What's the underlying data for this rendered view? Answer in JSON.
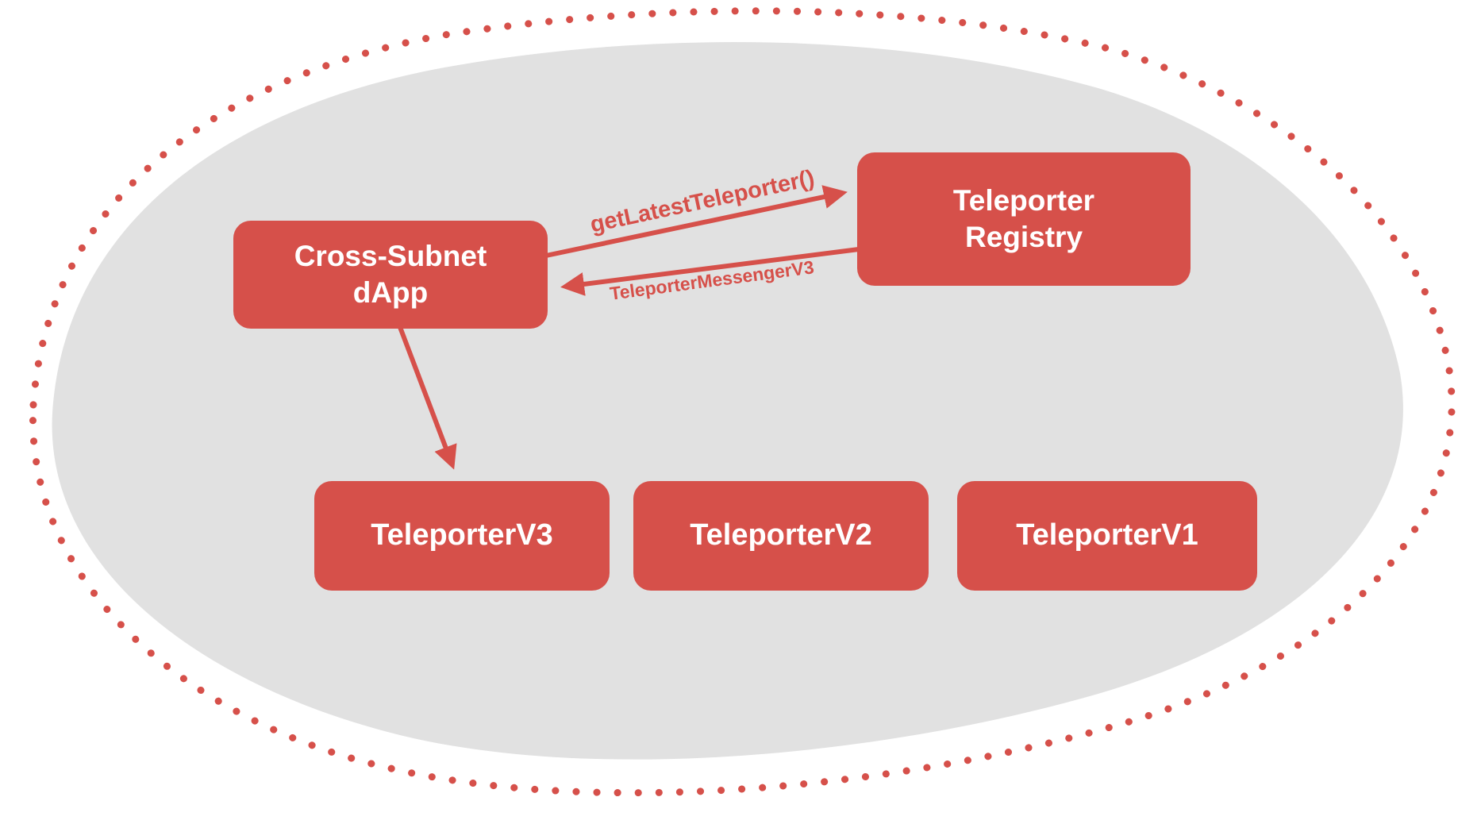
{
  "colors": {
    "accent": "#D6504A",
    "blob": "#E1E1E1",
    "background": "#FFFFFF"
  },
  "diagram": {
    "nodes": {
      "dapp": {
        "line1": "Cross-Subnet",
        "line2": "dApp"
      },
      "registry": {
        "line1": "Teleporter",
        "line2": "Registry"
      },
      "teleporter_v3": {
        "label": "TeleporterV3"
      },
      "teleporter_v2": {
        "label": "TeleporterV2"
      },
      "teleporter_v1": {
        "label": "TeleporterV1"
      }
    },
    "edges": {
      "get_latest": {
        "label": "getLatestTeleporter()"
      },
      "messenger_v3": {
        "label": "TeleporterMessengerV3"
      }
    }
  }
}
